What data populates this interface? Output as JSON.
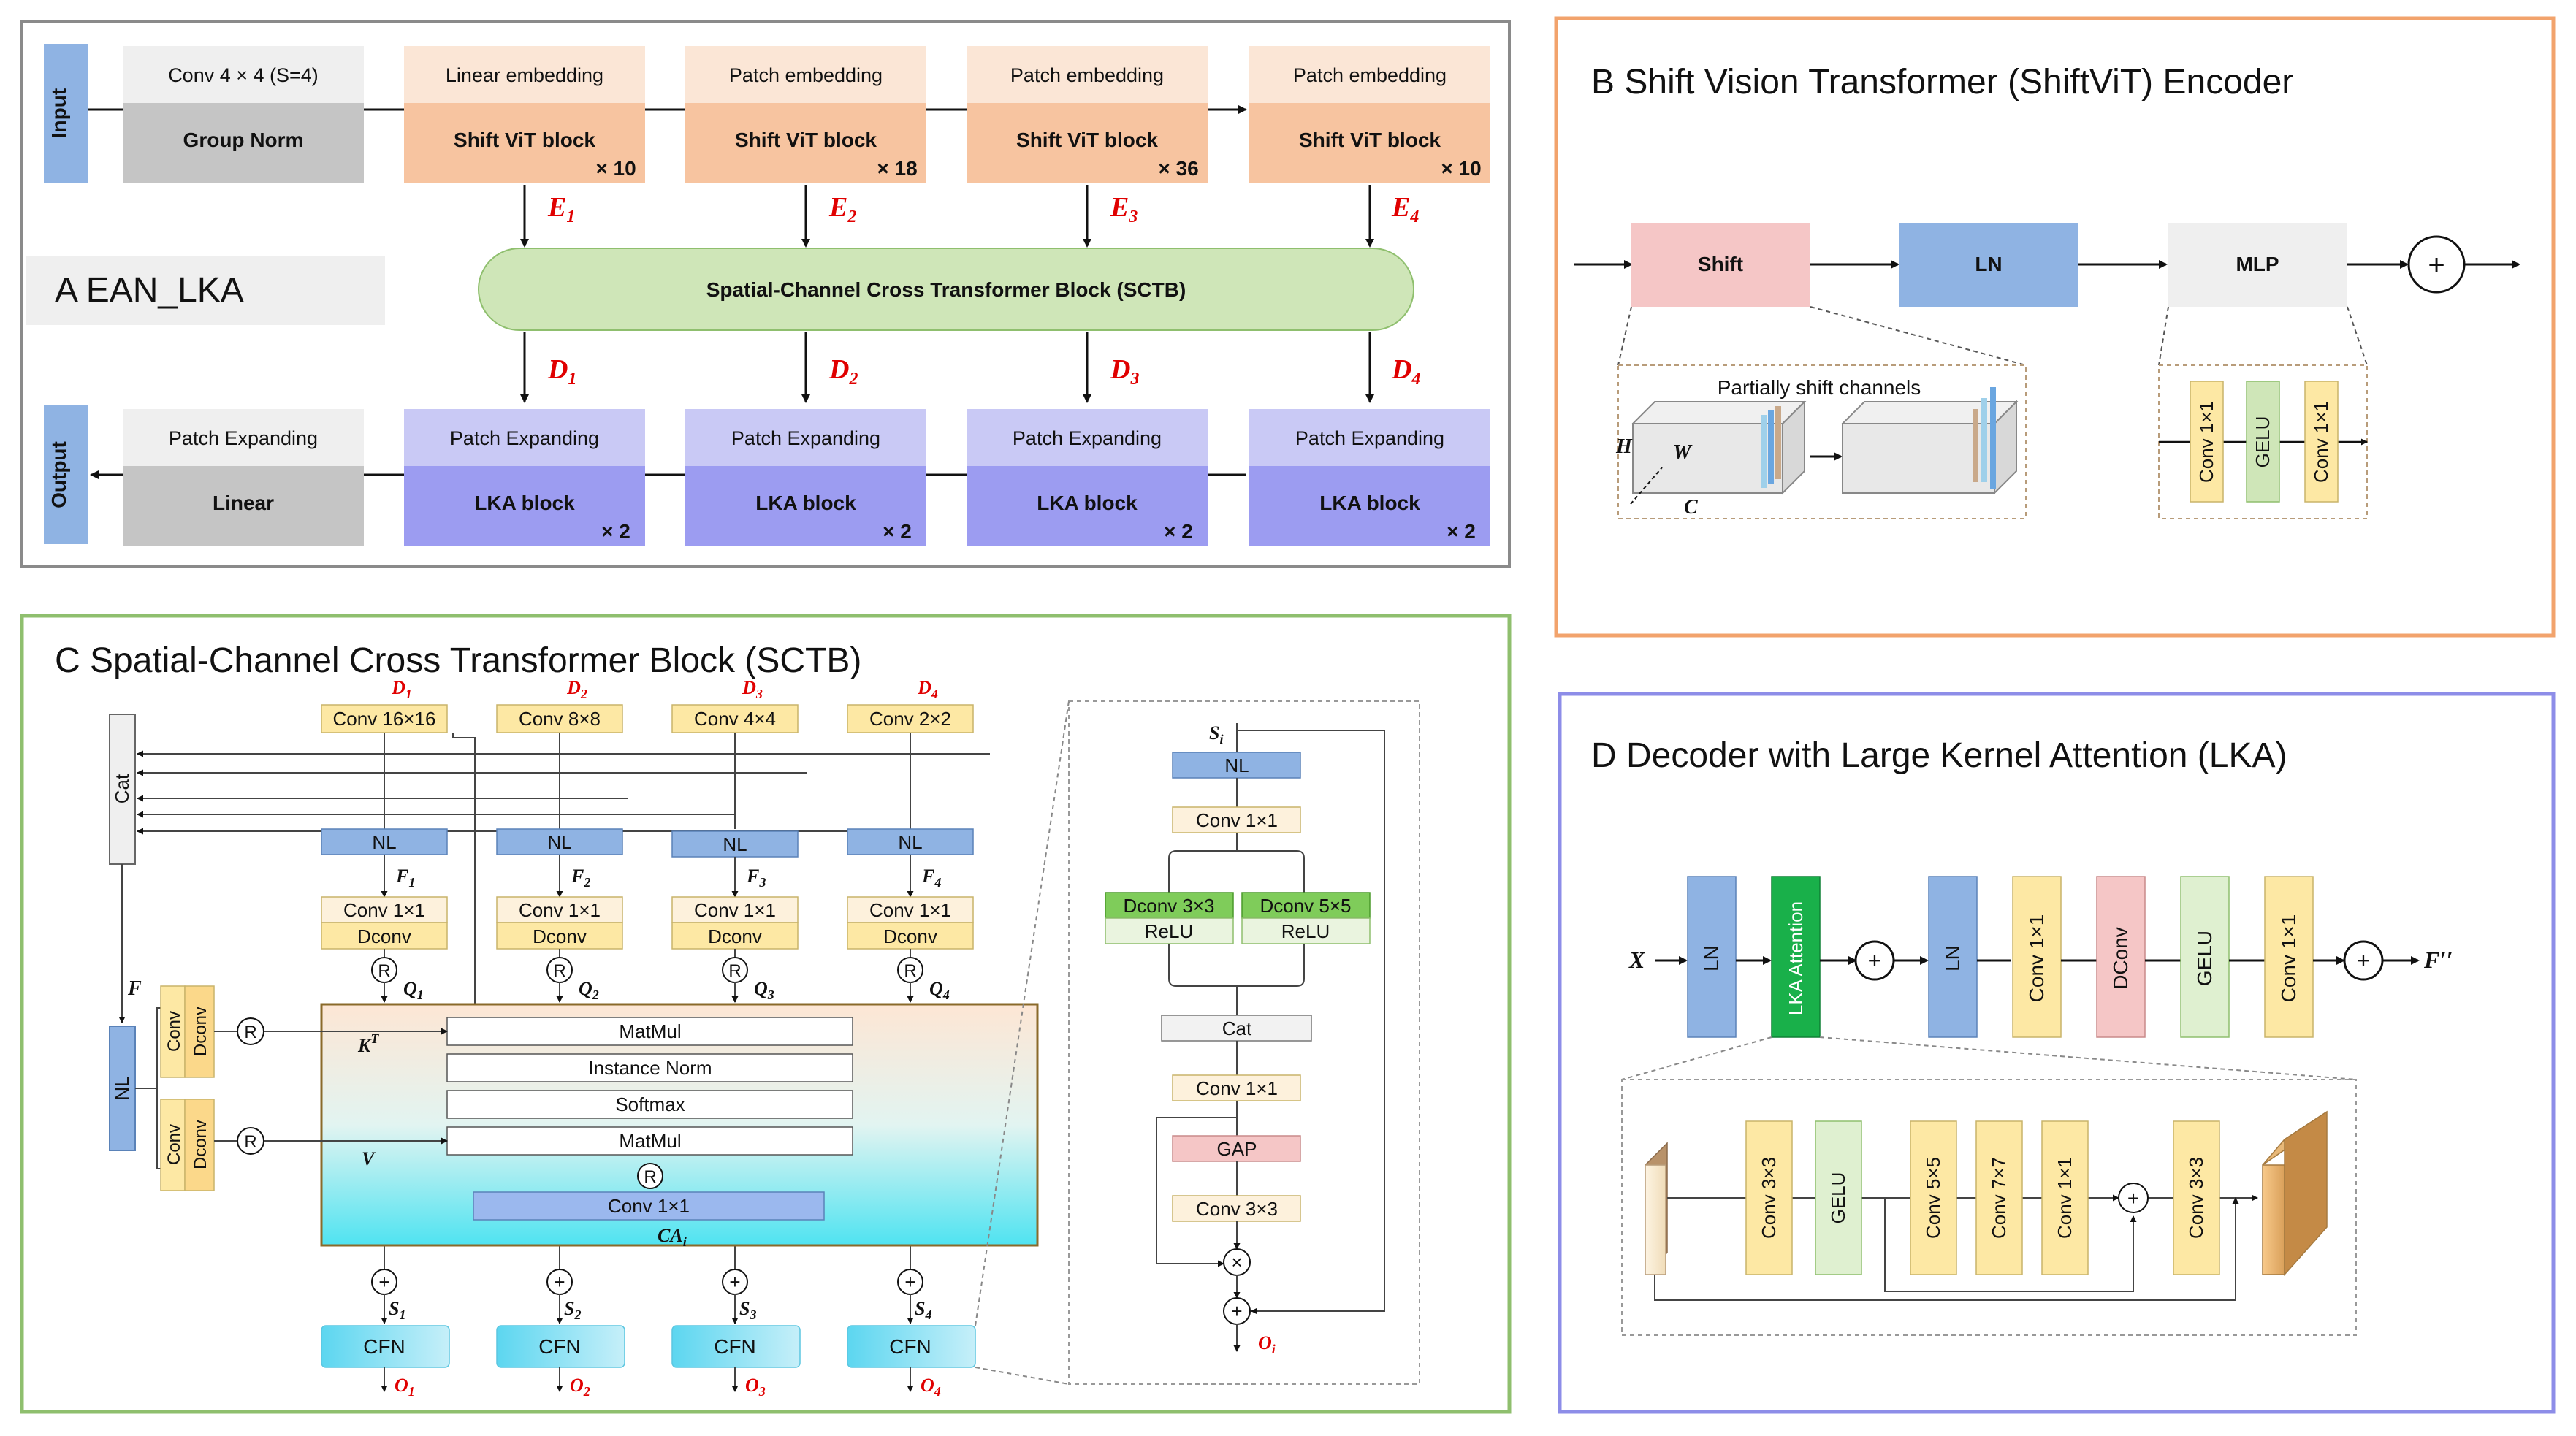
{
  "panelA": {
    "title": "A EAN_LKA",
    "input_label": "Input",
    "output_label": "Output",
    "enc_stages": [
      {
        "top": "Conv 4 × 4 (S=4)",
        "bottom": "Group Norm",
        "mult": ""
      },
      {
        "top": "Linear embedding",
        "bottom": "Shift ViT block",
        "mult": "× 10"
      },
      {
        "top": "Patch embedding",
        "bottom": "Shift ViT block",
        "mult": "× 18"
      },
      {
        "top": "Patch embedding",
        "bottom": "Shift ViT block",
        "mult": "× 36"
      },
      {
        "top": "Patch embedding",
        "bottom": "Shift ViT block",
        "mult": "× 10"
      }
    ],
    "dec_stages": [
      {
        "top": "Patch Expanding",
        "bottom": "Linear",
        "mult": ""
      },
      {
        "top": "Patch Expanding",
        "bottom": "LKA block",
        "mult": "× 2"
      },
      {
        "top": "Patch Expanding",
        "bottom": "LKA block",
        "mult": "× 2"
      },
      {
        "top": "Patch Expanding",
        "bottom": "LKA block",
        "mult": "× 2"
      },
      {
        "top": "Patch Expanding",
        "bottom": "LKA block",
        "mult": "× 2"
      }
    ],
    "sctb_label": "Spatial-Channel Cross Transformer Block (SCTB)",
    "enc_outputs": [
      "E",
      "E",
      "E",
      "E"
    ],
    "enc_subs": [
      "1",
      "2",
      "3",
      "4"
    ],
    "dec_inputs": [
      "D",
      "D",
      "D",
      "D"
    ],
    "dec_subs": [
      "1",
      "2",
      "3",
      "4"
    ]
  },
  "panelB": {
    "title": "B Shift Vision Transformer (ShiftViT) Encoder",
    "shift": "Shift",
    "ln": "LN",
    "mlp": "MLP",
    "plus": "+",
    "partial": "Partially shift channels",
    "H": "H",
    "W": "W",
    "C": "C",
    "mlp_parts": [
      "Conv 1×1",
      "GELU",
      "Conv 1×1"
    ]
  },
  "panelC": {
    "title": "C Spatial-Channel Cross Transformer Block (SCTB)",
    "cat": "Cat",
    "F": "F",
    "NL": "NL",
    "conv": "Conv",
    "dconv": "Dconv",
    "R": "R",
    "KT": "K",
    "KT_sup": "T",
    "V": "V",
    "plus": "+",
    "branches": [
      {
        "d": "D",
        "dsub": "1",
        "conv": "Conv 16×16",
        "f": "F",
        "fsub": "1",
        "q": "Q",
        "qsub": "1",
        "s": "S",
        "ssub": "1",
        "o": "O",
        "osub": "1"
      },
      {
        "d": "D",
        "dsub": "2",
        "conv": "Conv 8×8",
        "f": "F",
        "fsub": "2",
        "q": "Q",
        "qsub": "2",
        "s": "S",
        "ssub": "2",
        "o": "O",
        "osub": "2"
      },
      {
        "d": "D",
        "dsub": "3",
        "conv": "Conv 4×4",
        "f": "F",
        "fsub": "3",
        "q": "Q",
        "qsub": "3",
        "s": "S",
        "ssub": "3",
        "o": "O",
        "osub": "3"
      },
      {
        "d": "D",
        "dsub": "4",
        "conv": "Conv 2×2",
        "f": "F",
        "fsub": "4",
        "q": "Q",
        "qsub": "4",
        "s": "S",
        "ssub": "4",
        "o": "O",
        "osub": "4"
      }
    ],
    "conv11": "Conv 1×1",
    "attn": [
      "MatMul",
      "Instance Norm",
      "Softmax",
      "MatMul"
    ],
    "ca_conv": "Conv 1×1",
    "ca_label": "CA",
    "ca_sub": "i",
    "cfn": "CFN",
    "cfn_detail": {
      "s": "S",
      "ssub": "i",
      "nl": "NL",
      "conv1": "Conv 1×1",
      "dconv3": "Dconv 3×3",
      "dconv5": "Dconv 5×5",
      "relu": "ReLU",
      "cat": "Cat",
      "conv2": "Conv 1×1",
      "gap": "GAP",
      "conv3": "Conv 3×3",
      "times": "×",
      "plus": "+",
      "o": "O",
      "osub": "i"
    }
  },
  "panelD": {
    "title": "D Decoder with Large Kernel Attention (LKA)",
    "X": "X",
    "Fpp": "F′′",
    "main": [
      "LN",
      "LKA Attention",
      "LN",
      "Conv 1×1",
      "DConv",
      "GELU",
      "Conv 1×1"
    ],
    "plus": "+",
    "detail": [
      "Conv 3×3",
      "GELU",
      "Conv 5×5",
      "Conv 7×7",
      "Conv 1×1",
      "Conv 3×3"
    ]
  },
  "colors": {
    "orange_light": "#fbe6d6",
    "orange": "#f7c4a0",
    "gray_light": "#efefef",
    "gray": "#c5c5c5",
    "blue_io": "#8fb3e3",
    "purple_light": "#c9c9f5",
    "purple": "#9c9cf1",
    "green": "#cfe6b8",
    "yellow": "#fde8a4",
    "pink": "#f5c6c6",
    "cyan": "#aeeaf8",
    "lkagreen": "#19b04a",
    "red": "#e00000"
  }
}
